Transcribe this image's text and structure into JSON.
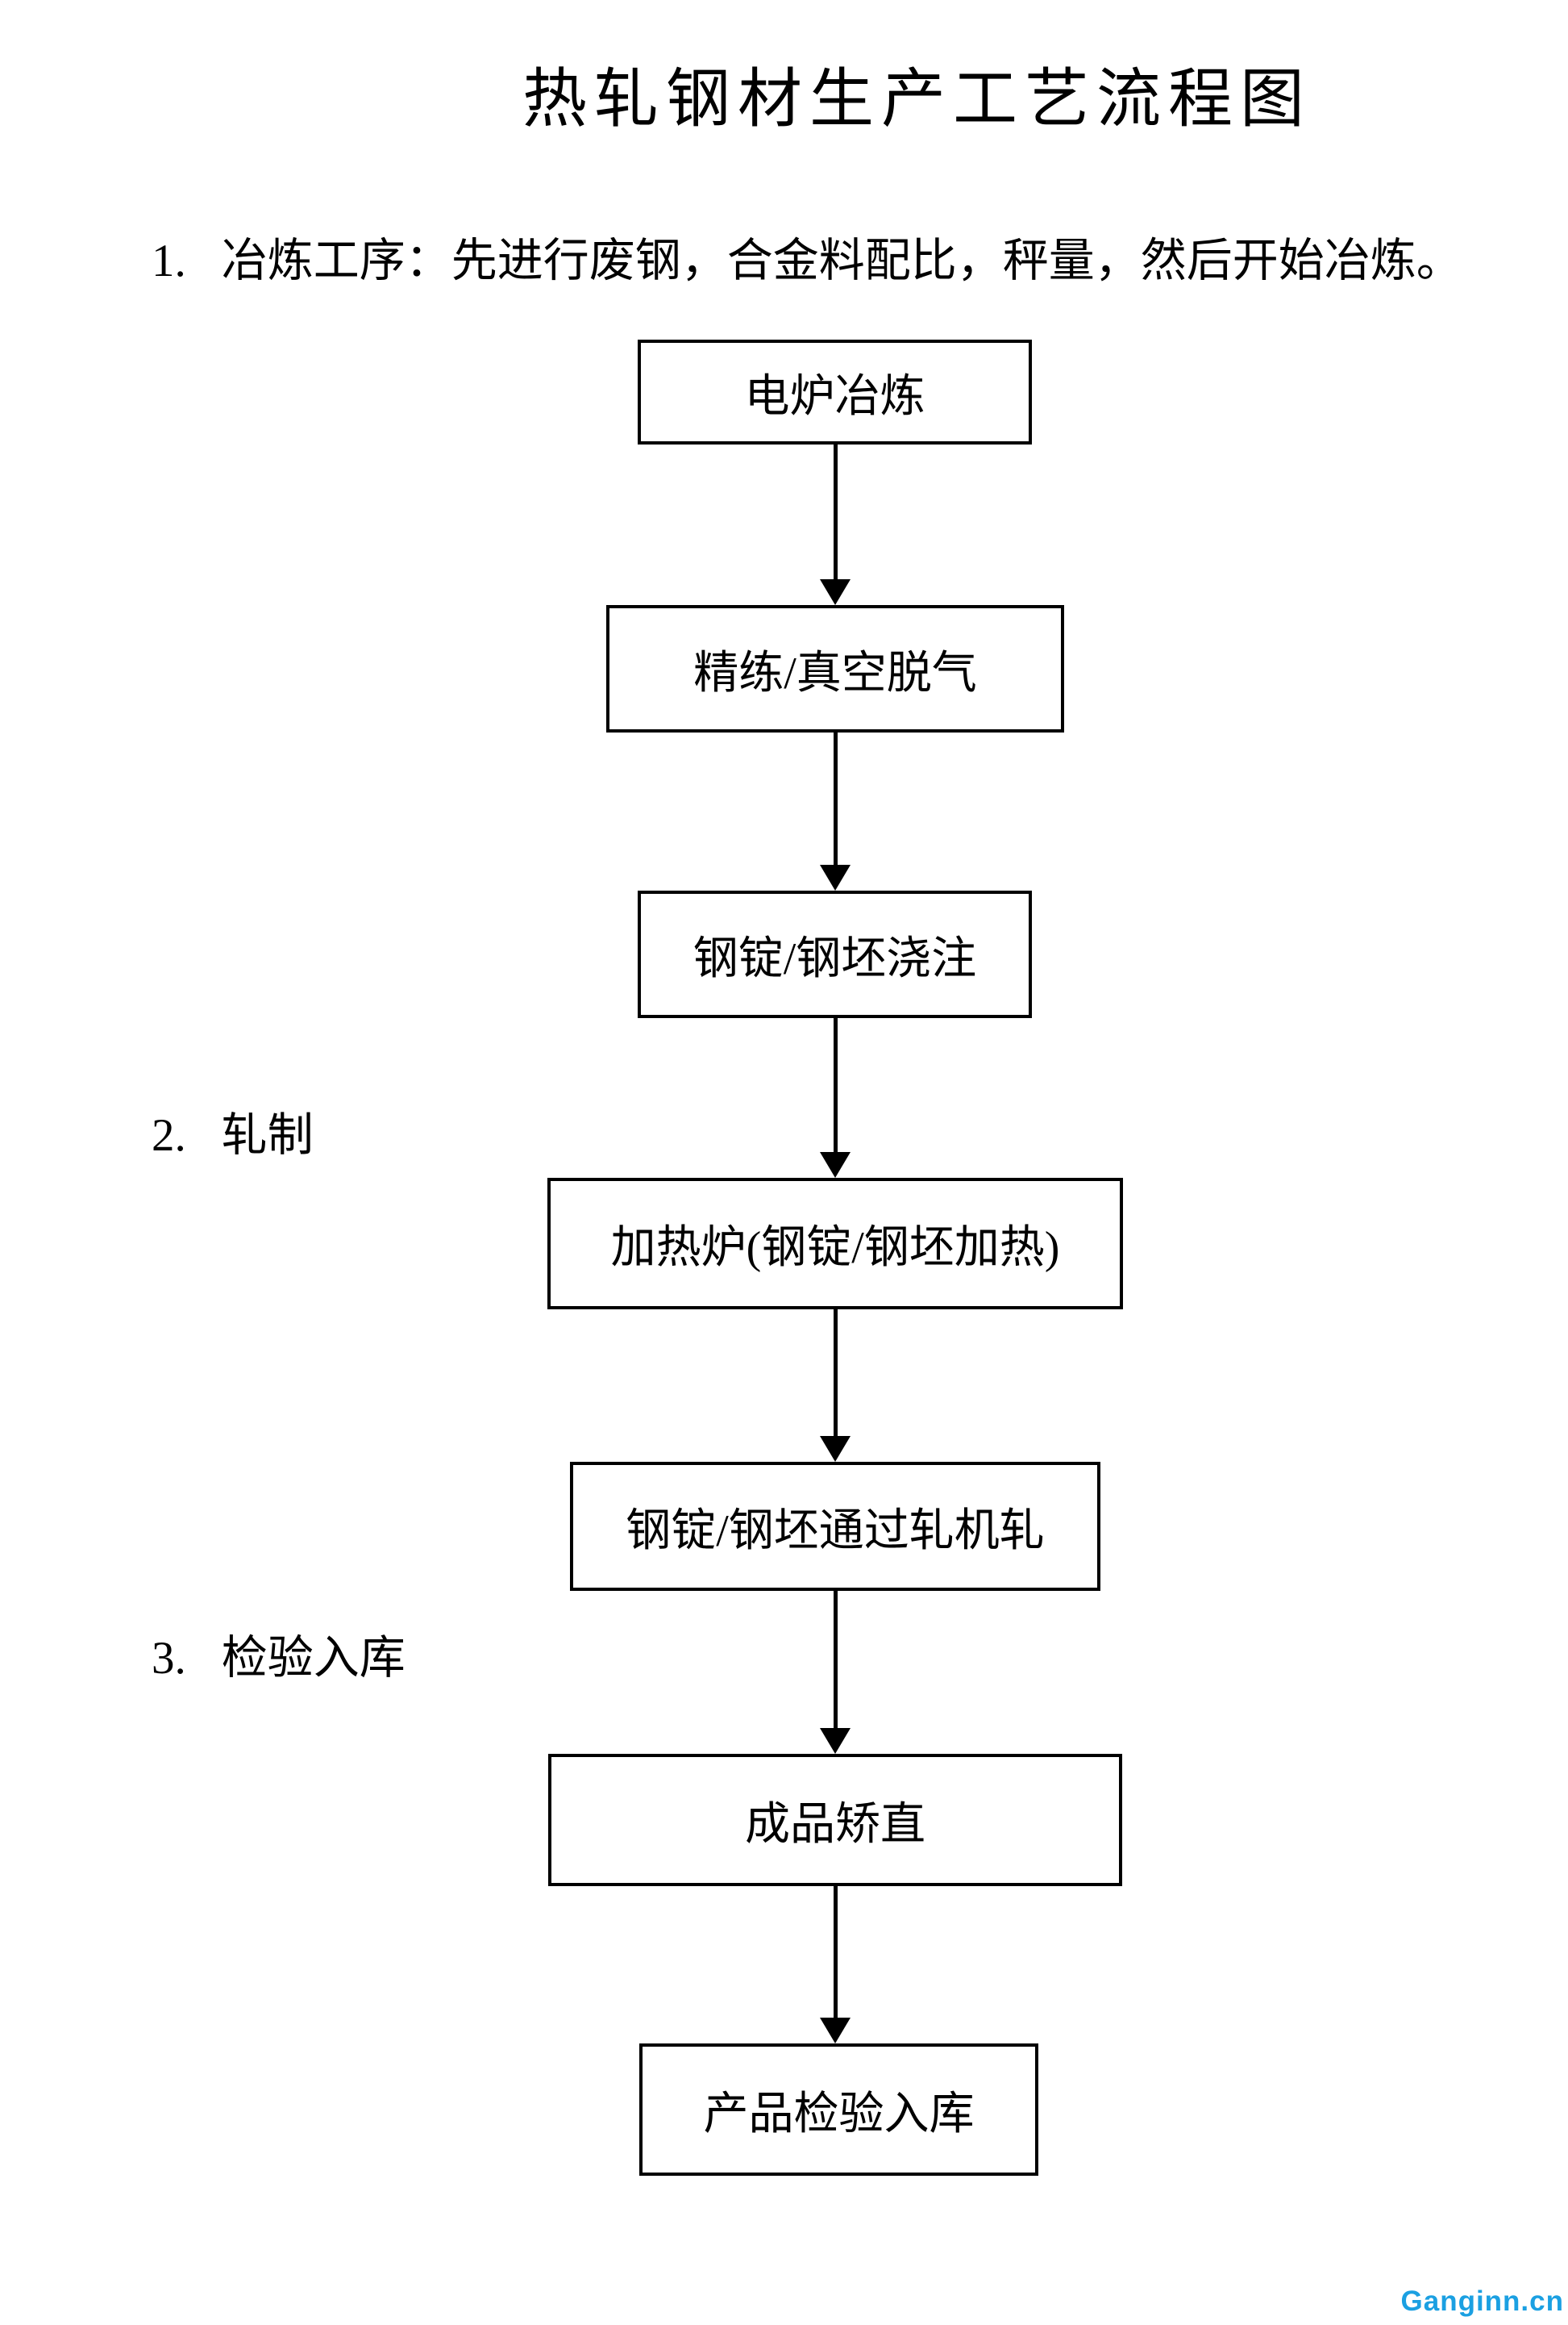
{
  "page": {
    "title": "热轧钢材生产工艺流程图",
    "watermark": "Ganginn.cn"
  },
  "colors": {
    "watermark_blue": "#1BA0E2",
    "line_black": "#000000"
  },
  "sections": [
    {
      "number": "1.",
      "text": "冶炼工序：先进行废钢，合金料配比，秤量，然后开始冶炼。"
    },
    {
      "number": "2.",
      "text": "轧制"
    },
    {
      "number": "3.",
      "text": "检验入库"
    }
  ],
  "flow": {
    "steps": [
      {
        "label": "电炉冶炼"
      },
      {
        "label": "精练/真空脱气"
      },
      {
        "label": "钢锭/钢坯浇注"
      },
      {
        "label": "加热炉(钢锭/钢坯加热)"
      },
      {
        "label": "钢锭/钢坯通过轧机轧"
      },
      {
        "label": "成品矫直"
      },
      {
        "label": "产品检验入库"
      }
    ]
  }
}
